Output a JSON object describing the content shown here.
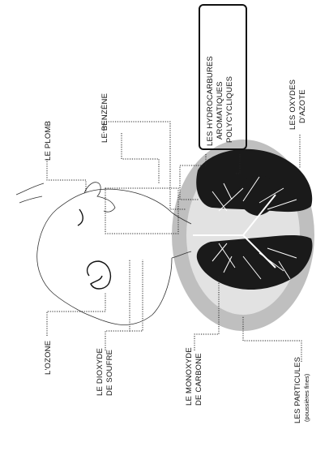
{
  "labels": {
    "ozone": "L'OZONE",
    "plomb": "LE PLOMB",
    "benzene": "LE BENZÈNE",
    "dioxyde_line1": "LE DIOXYDE",
    "dioxyde_line2": "DE SOUFRE",
    "monoxyde_line1": "LE MONOXYDE",
    "monoxyde_line2": "DE CARBONE",
    "hap_line1": "LES HYDROCARBURES",
    "hap_line2": "AROMATIQUES",
    "hap_line3": "POLYCYCLIQUES",
    "oxydes_line1": "LES OXYDES",
    "oxydes_line2": "D'AZOTE",
    "particules_line1": "LES PARTICULES",
    "particules_line2": "(poussières fines)"
  },
  "colors": {
    "ink": "#111111",
    "lung_fill": "#1a1a1a",
    "stipple": "#8a8a8a",
    "background": "#ffffff"
  }
}
